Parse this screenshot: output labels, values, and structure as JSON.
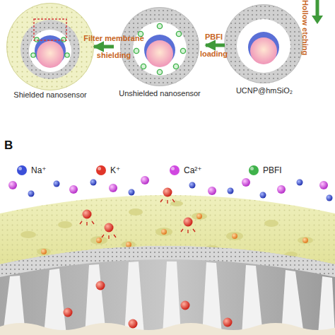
{
  "diagram": {
    "nodes": [
      {
        "text": [
          "Shielded nanosensor"
        ]
      },
      {
        "text": [
          "Unshielded nanosensor"
        ]
      },
      {
        "text": [
          "UCNP@hmSiO₂"
        ]
      }
    ],
    "edges": [
      {
        "from": 2,
        "to": 1,
        "label": "PBFI loading",
        "arrow": "to"
      },
      {
        "from": 1,
        "to": 0,
        "label": "Filter membrane shielding",
        "arrow": "to"
      }
    ],
    "labels": [
      "Hollow etching",
      "B"
    ],
    "legend": [
      {
        "text": "Na⁺",
        "color": "#3b4fd8"
      },
      {
        "text": "K⁺",
        "color": "#e0362a"
      },
      {
        "text": "Ca²⁺",
        "color": "#d048e0"
      },
      {
        "text": "PBFI",
        "color": "#3fb24a"
      }
    ]
  }
}
